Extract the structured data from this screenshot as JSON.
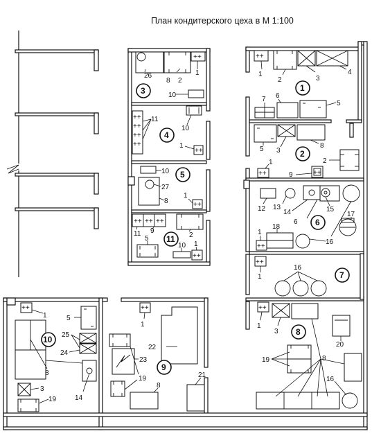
{
  "title": "План кондитерского цеха в М 1:100",
  "room_numbers": [
    "1",
    "2",
    "3",
    "4",
    "5",
    "6",
    "7",
    "8",
    "9",
    "10",
    "11"
  ],
  "equipment_labels": {
    "r3": [
      "26",
      "8",
      "2",
      "1",
      "10",
      "10"
    ],
    "r4": [
      "11",
      "1"
    ],
    "r5": [
      "10",
      "27",
      "8",
      "1"
    ],
    "r11": [
      "11",
      "9",
      "2",
      "5",
      "10",
      "1"
    ],
    "r1": [
      "1",
      "2",
      "3",
      "4",
      "7",
      "6",
      "5"
    ],
    "r2": [
      "5",
      "3",
      "8",
      "1",
      "9",
      "2"
    ],
    "r6": [
      "12",
      "13",
      "14",
      "15",
      "6",
      "17",
      "18",
      "16",
      "1"
    ],
    "r7": [
      "1",
      "16"
    ],
    "r8": [
      "1",
      "3",
      "20",
      "19",
      "8",
      "16"
    ],
    "r9": [
      "1",
      "22",
      "23",
      "19",
      "8",
      "21"
    ],
    "r10": [
      "1",
      "5",
      "25",
      "24",
      "8",
      "3",
      "14",
      "19"
    ]
  }
}
